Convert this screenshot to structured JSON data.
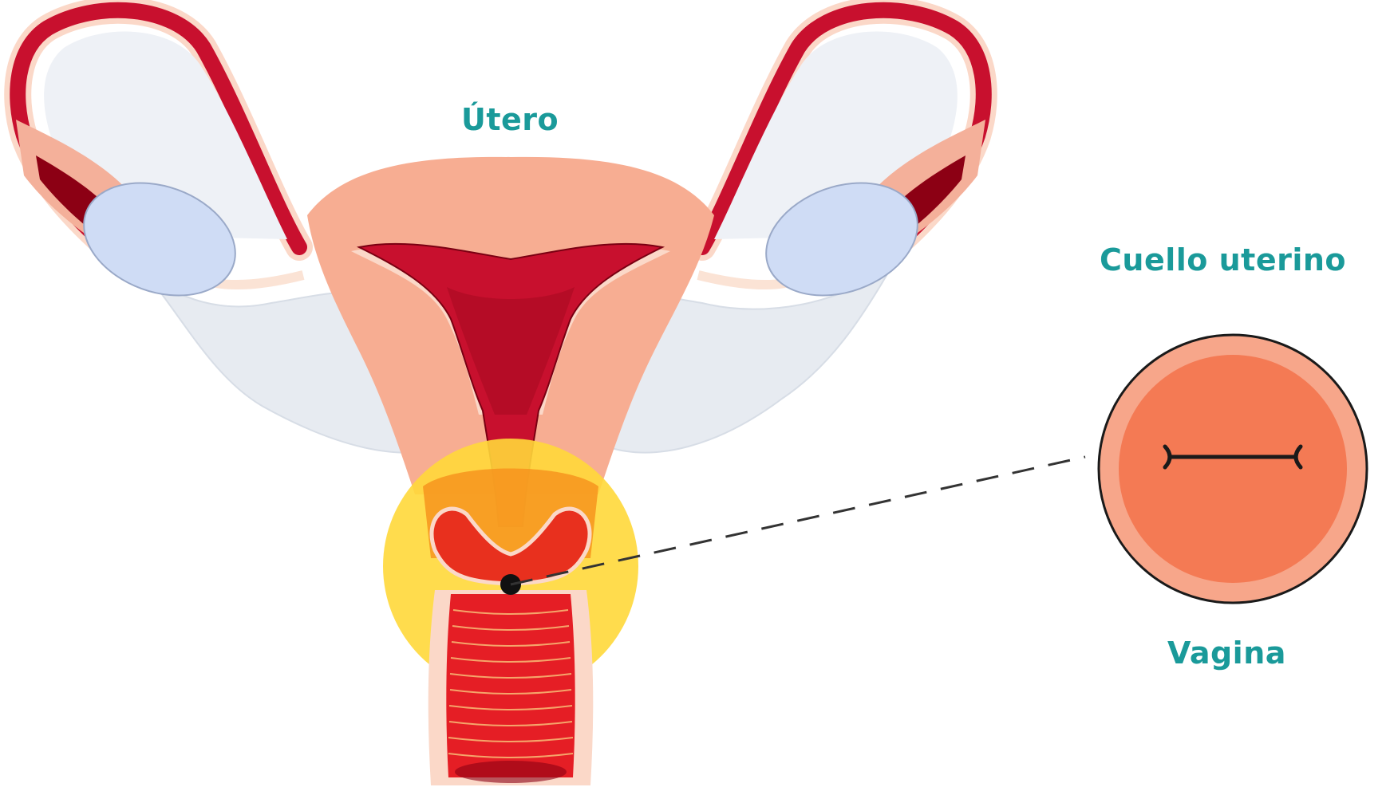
{
  "labels": {
    "uterus": "Útero",
    "cervix": "Cuello uterino",
    "vagina": "Vagina"
  },
  "colors": {
    "label_teal": "#1a9a9a",
    "tissue_peach": "#f7ad92",
    "tissue_pale": "#fbd8c8",
    "lining_red": "#c8102e",
    "lining_dark": "#8c0014",
    "ovary_blue": "#cfdcf5",
    "ligament_gray": "#e7ebf1",
    "highlight_yellow": "#ffd83a",
    "highlight_orange": "#f7941d",
    "cervix_view_outer": "#f7a68a",
    "cervix_view_inner": "#f47a54"
  },
  "icons": {
    "cervical_os_marker": "black-dot",
    "cervix_close_up": "circle-with-slit"
  }
}
